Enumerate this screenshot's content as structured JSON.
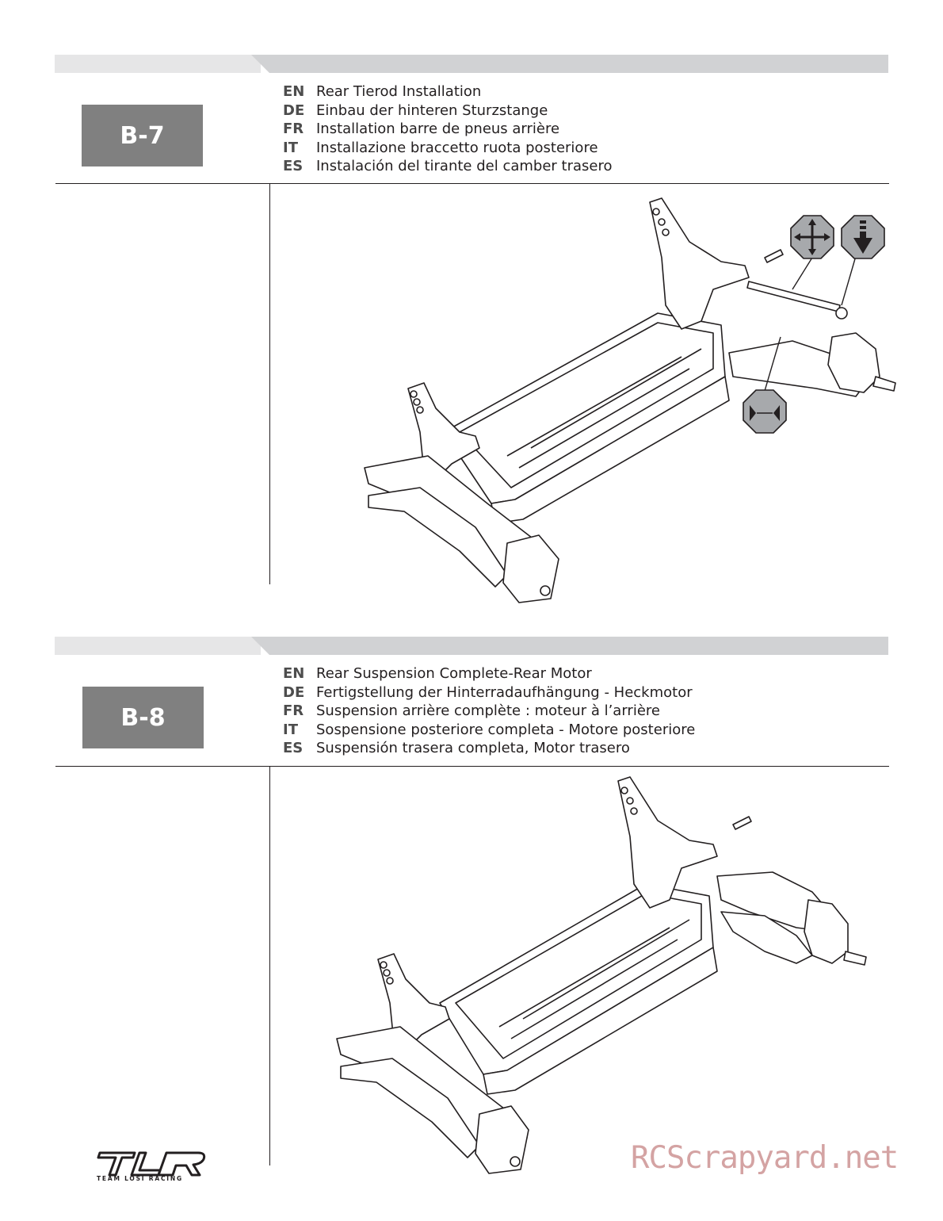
{
  "steps": [
    {
      "id": "B-7",
      "lines": [
        {
          "code": "EN",
          "text": "Rear Tierod Installation"
        },
        {
          "code": "DE",
          "text": "Einbau der hinteren Sturzstange"
        },
        {
          "code": "FR",
          "text": "Installation barre de pneus arrière"
        },
        {
          "code": "IT",
          "text": "Installazione braccetto ruota posteriore"
        },
        {
          "code": "ES",
          "text": "Instalación del tirante del camber trasero"
        }
      ]
    },
    {
      "id": "B-8",
      "lines": [
        {
          "code": "EN",
          "text": "Rear Suspension Complete-Rear Motor"
        },
        {
          "code": "DE",
          "text": "Fertigstellung der Hinterradaufhängung - Heckmotor"
        },
        {
          "code": "FR",
          "text": "Suspension arrière complète : moteur à l’arrière"
        },
        {
          "code": "IT",
          "text": "Sospensione posteriore completa - Motore posteriore"
        },
        {
          "code": "ES",
          "text": "Suspensión trasera completa, Motor trasero"
        }
      ]
    }
  ],
  "icons": [
    "adjust-multidirection-icon",
    "push-down-icon",
    "adjust-length-icon"
  ],
  "logo": {
    "mark": "TLR",
    "subtitle": "TEAM LOSI RACING"
  },
  "watermark": "RCScrapyard.net",
  "colors": {
    "step_box": "#808080",
    "band_light": "#e6e6e7",
    "band_dark": "#d1d2d4",
    "icon_gray": "#a7a9ac",
    "watermark": "#d4a3a3"
  }
}
